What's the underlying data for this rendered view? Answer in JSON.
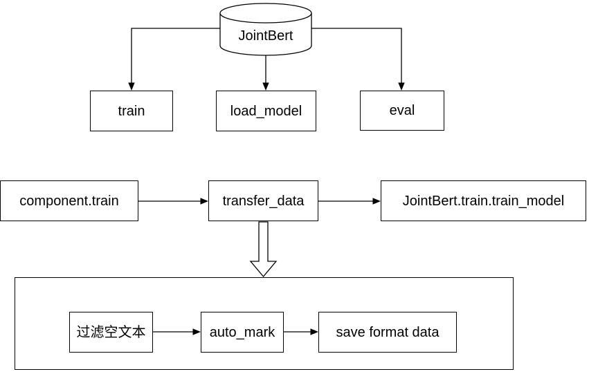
{
  "diagram": {
    "nodes": {
      "jointbert": {
        "label": "JointBert",
        "shape": "cylinder"
      },
      "train": {
        "label": "train",
        "shape": "rectangle"
      },
      "load_model": {
        "label": "load_model",
        "shape": "rectangle"
      },
      "eval": {
        "label": "eval",
        "shape": "rectangle"
      },
      "component_train": {
        "label": "component.train",
        "shape": "rectangle"
      },
      "transfer_data": {
        "label": "transfer_data",
        "shape": "rectangle"
      },
      "jointbert_train_train_model": {
        "label": "JointBert.train.train_model",
        "shape": "rectangle"
      },
      "subprocess_container": {
        "label": "",
        "shape": "container"
      },
      "filter_empty_text": {
        "label": "过滤空文本",
        "shape": "rectangle"
      },
      "auto_mark": {
        "label": "auto_mark",
        "shape": "rectangle"
      },
      "save_format_data": {
        "label": "save format data",
        "shape": "rectangle"
      }
    },
    "edges": [
      {
        "from": "jointbert",
        "to": "train",
        "style": "thin-arrow"
      },
      {
        "from": "jointbert",
        "to": "load_model",
        "style": "thin-arrow"
      },
      {
        "from": "jointbert",
        "to": "eval",
        "style": "thin-arrow"
      },
      {
        "from": "component_train",
        "to": "transfer_data",
        "style": "thin-arrow"
      },
      {
        "from": "transfer_data",
        "to": "jointbert_train_train_model",
        "style": "thin-arrow"
      },
      {
        "from": "transfer_data",
        "to": "subprocess_container",
        "style": "hollow-block-arrow"
      },
      {
        "from": "filter_empty_text",
        "to": "auto_mark",
        "style": "thin-arrow"
      },
      {
        "from": "auto_mark",
        "to": "save_format_data",
        "style": "thin-arrow"
      }
    ],
    "colors": {
      "stroke": "#000000",
      "fill": "#ffffff",
      "text": "#000000"
    }
  }
}
